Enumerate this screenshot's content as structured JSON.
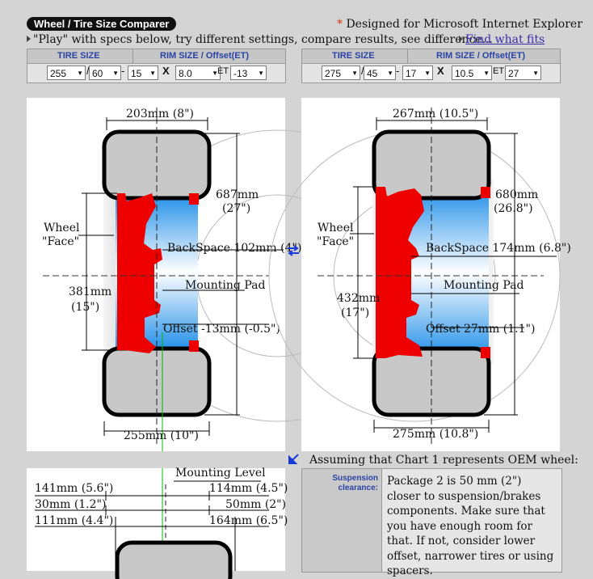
{
  "header": {
    "title": "Wheel / Tire Size Comparer",
    "designed_star": "*",
    "designed_text": "Designed for Microsoft Internet Explorer",
    "intro": "\"Play\" with specs below, try different settings, compare results, see difference...",
    "find_link": "Find what fits"
  },
  "spec_headers": {
    "tire": "TIRE SIZE",
    "rim": "RIM SIZE / Offset(ET)"
  },
  "spec_symbols": {
    "slash": "/",
    "dash": "-",
    "x": "X",
    "et": "ET"
  },
  "spec1": {
    "width": "255",
    "ratio": "60",
    "rim_diameter": "15",
    "rim_width": "8.0",
    "offset": "-13"
  },
  "spec2": {
    "width": "275",
    "ratio": "45",
    "rim_diameter": "17",
    "rim_width": "10.5",
    "offset": "27"
  },
  "chart1": {
    "rim_width_mm": "203mm",
    "rim_width_in": "(8\")",
    "diameter_mm": "687mm",
    "diameter_in": "(27\")",
    "wheel_label": "Wheel",
    "face_label": "\"Face\"",
    "backspace": "BackSpace 102mm (4\")",
    "mounting_pad": "Mounting Pad",
    "rim_dia_mm": "381mm",
    "rim_dia_in": "(15\")",
    "offset": "Offset -13mm (-0.5\")",
    "tire_width": "255mm (10\")"
  },
  "chart2": {
    "rim_width_mm": "267mm",
    "rim_width_in": "(10.5\")",
    "diameter_mm": "680mm",
    "diameter_in": "(26.8\")",
    "wheel_label": "Wheel",
    "face_label": "\"Face\"",
    "backspace": "BackSpace 174mm (6.8\")",
    "mounting_pad": "Mounting Pad",
    "rim_dia_mm": "432mm",
    "rim_dia_in": "(17\")",
    "offset": "Offset 27mm (1.1\")",
    "tire_width": "275mm (10.8\")"
  },
  "compare": {
    "mounting_level": "Mounting Level",
    "rows": [
      {
        "left": "141mm (5.6\")",
        "right": "114mm (4.5\")"
      },
      {
        "left": "30mm (1.2\")",
        "right": "50mm (2\")"
      },
      {
        "left": "111mm (4.4\")",
        "right": "164mm (6.5\")"
      }
    ]
  },
  "assume": "Assuming that Chart 1 represents OEM wheel:",
  "info": {
    "label_line1": "Suspension",
    "label_line2": "clearance:",
    "text": "Package 2 is 50 mm (2\") closer to suspension/brakes components. Make sure that you have enough room for that. If not, consider lower offset, narrower tires or using spacers."
  },
  "icons": {
    "swap": "swap-arrows-icon",
    "arrow": "down-left-arrow-icon"
  },
  "colors": {
    "rim_red": "#ee0000",
    "accent_blue": "#2a44a6",
    "link": "#3a2aa8"
  }
}
